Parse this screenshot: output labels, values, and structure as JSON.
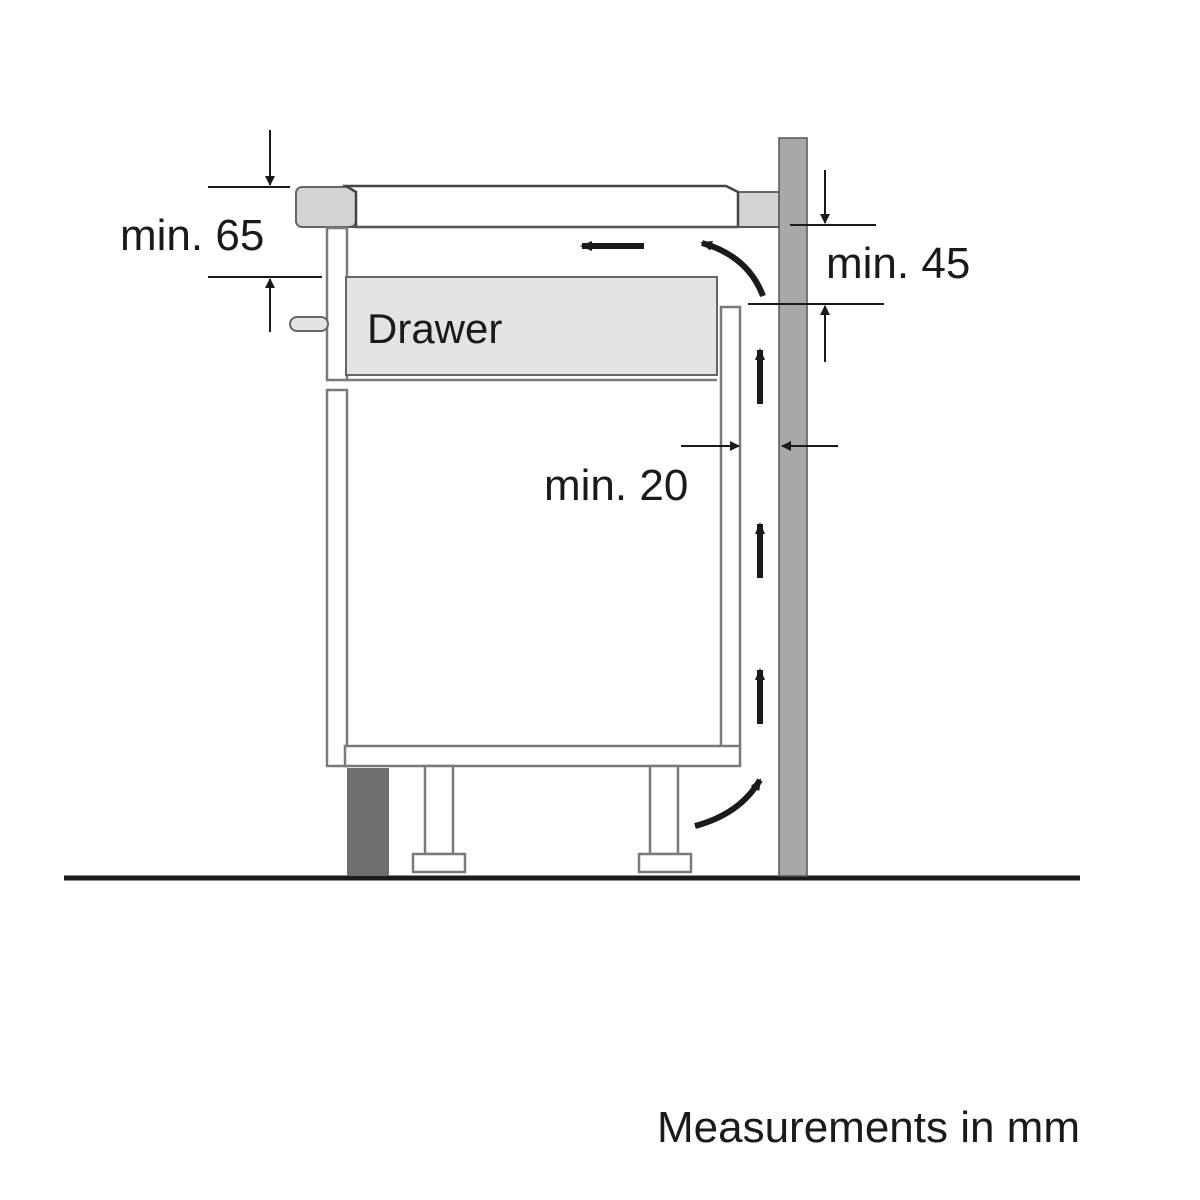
{
  "labels": {
    "min_65": "min. 65",
    "min_45": "min. 45",
    "min_20": "min. 20",
    "drawer": "Drawer",
    "caption": "Measurements in mm"
  },
  "colors": {
    "line": "#1a1a1a",
    "wall": "#a8a8a8",
    "plinth": "#6e6e6e",
    "worktop": "#d4d4d4",
    "drawer_fill": "#e4e4e4",
    "panel_stroke": "#7a7a7a"
  }
}
